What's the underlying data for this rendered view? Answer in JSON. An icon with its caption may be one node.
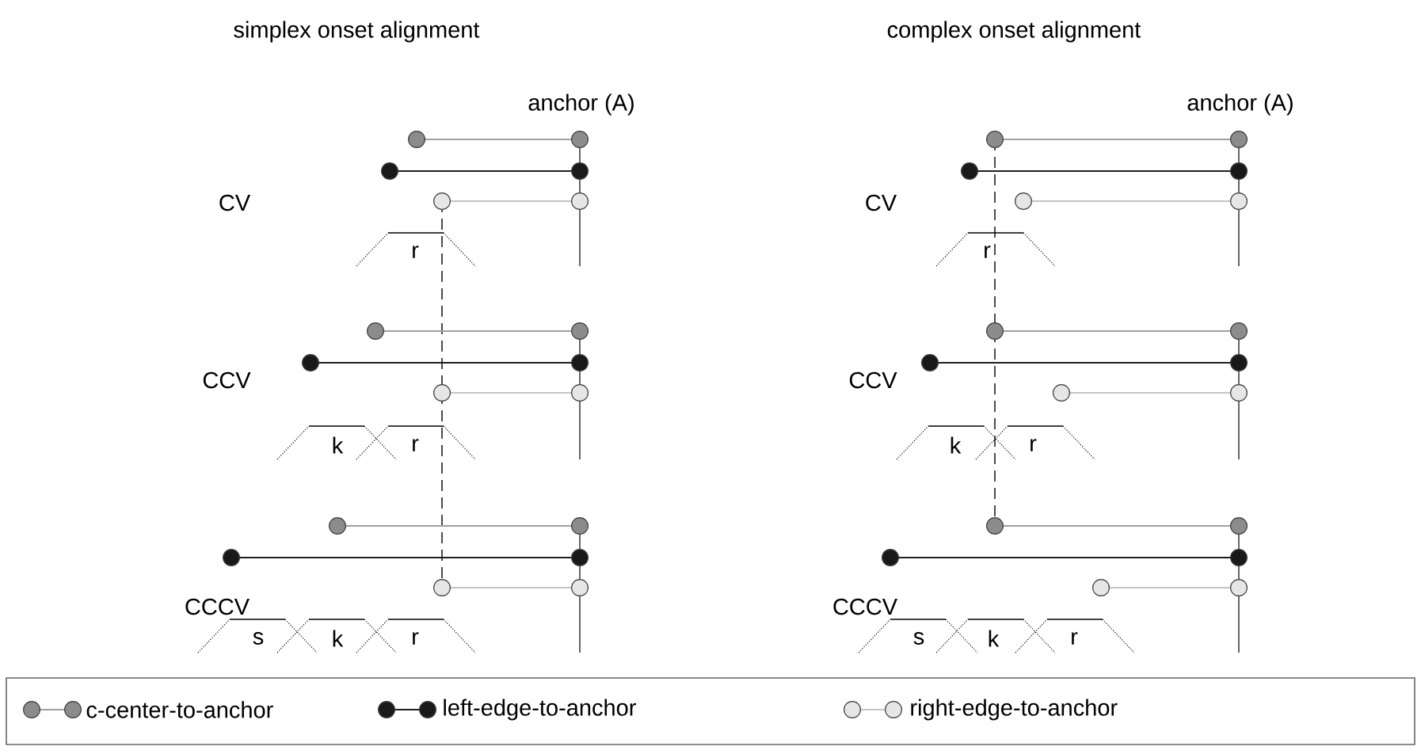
{
  "diagram": {
    "labels": [
      "simplex onset alignment",
      "complex onset alignment",
      "anchor (A)",
      "anchor (A)",
      "CV",
      "CV",
      "r",
      "r",
      "CCV",
      "CCV",
      "k",
      "r",
      "k",
      "r",
      "CCCV",
      "CCCV",
      "s",
      "k",
      "r",
      "s",
      "k",
      "r"
    ],
    "legend": [
      {
        "text": "c-center-to-anchor"
      },
      {
        "text": "left-edge-to-anchor"
      },
      {
        "text": "right-edge-to-anchor"
      }
    ]
  }
}
